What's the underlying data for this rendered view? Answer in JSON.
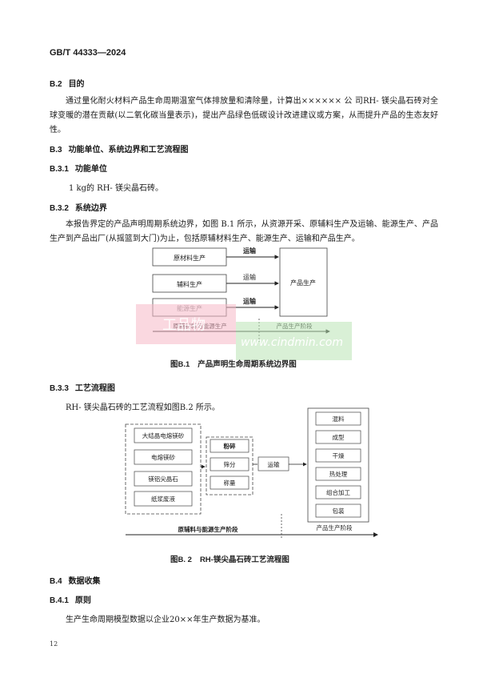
{
  "header": {
    "standard_no": "GB/T  44333—2024"
  },
  "sections": {
    "b2": {
      "num": "B.2",
      "title": "目的",
      "para": "通过量化耐火材料产品生命周期温室气体排放量和清除量，计算出××××××        公   司RH- 镁尖晶石砖对全球变暖的潜在贡献(以二氧化碳当量表示)，提出产品绿色低碳设计改进建议或方案，从而提升产品的生态友好性。"
    },
    "b3": {
      "num": "B.3",
      "title": "功能单位、系统边界和工艺流程图"
    },
    "b31": {
      "num": "B.3.1",
      "title": "功能单位",
      "line": "1  kg的 RH- 镁尖晶石砖。"
    },
    "b32": {
      "num": "B.3.2",
      "title": "系统边界",
      "para": "本报告界定的产品声明周期系统边界，如图 B.1 所示，从资源开采、原辅料生产及运输、能源生产、产品生产到产品出厂(从摇篮到大门)为止，包括原辅材料生产、能源生产、运输和产品生产。"
    },
    "b33": {
      "num": "B.3.3",
      "title": "工艺流程图",
      "line": "RH- 镁尖晶石砖的工艺流程如图B.2 所示。"
    },
    "b4": {
      "num": "B.4",
      "title": "数据收集"
    },
    "b41": {
      "num": "B.4.1",
      "title": "原则",
      "line": "生产生命周期模型数据以企业20××年生产数据为基准。"
    }
  },
  "figure_b1": {
    "caption_num": "图B.1",
    "caption_text": "产品声明生命周期系统边界图",
    "inputs": [
      "原材料生产",
      "辅料生产",
      "能源生产"
    ],
    "transport": [
      "运输",
      "运输",
      "运输"
    ],
    "product_box": "产品生产",
    "stage_left": "原辅材料与能源生产",
    "stage_right": "产品生产阶段"
  },
  "figure_b2": {
    "caption_num": "图B. 2",
    "caption_text": "RH-镁尖晶石砖工艺流程图",
    "raw_materials": [
      "大结晶电熔镁砂",
      "电熔镁砂",
      "镁铝尖晶石",
      "纸浆废液"
    ],
    "pretreatment": [
      "粉碎",
      "筛分",
      "称量"
    ],
    "transport": "运输",
    "product_steps": [
      "混料",
      "成型",
      "干燥",
      "热处理",
      "组合加工",
      "包装"
    ],
    "stage_left": "原辅料与能源生产阶段",
    "stage_right": "产品生产阶段"
  },
  "watermark": {
    "text": "工品物",
    "url": "www.cindmin.com"
  },
  "footer": {
    "page_number": "12"
  }
}
